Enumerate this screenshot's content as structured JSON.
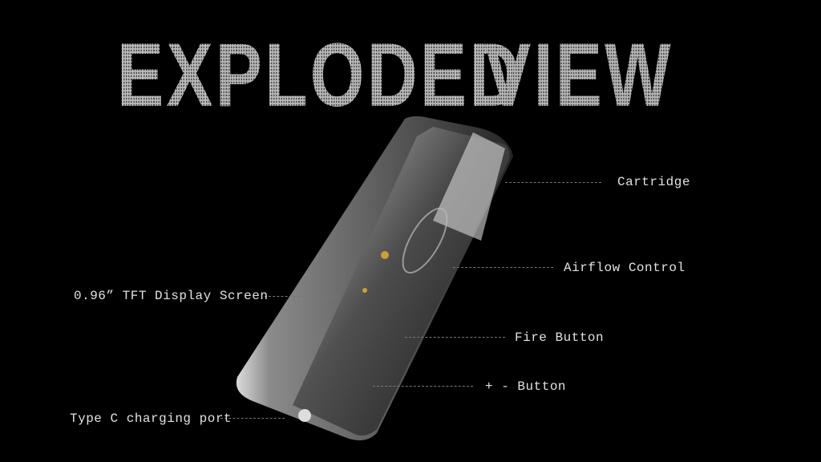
{
  "title": {
    "word1": "EXPLODED",
    "word2": "VIEW"
  },
  "callouts": {
    "cartridge": "Cartridge",
    "airflow": "Airflow Control",
    "display": "0.96”  TFT Display Screen",
    "fire": "Fire Button",
    "plus_minus": "+ - Button",
    "type_c": "Type C charging port"
  }
}
